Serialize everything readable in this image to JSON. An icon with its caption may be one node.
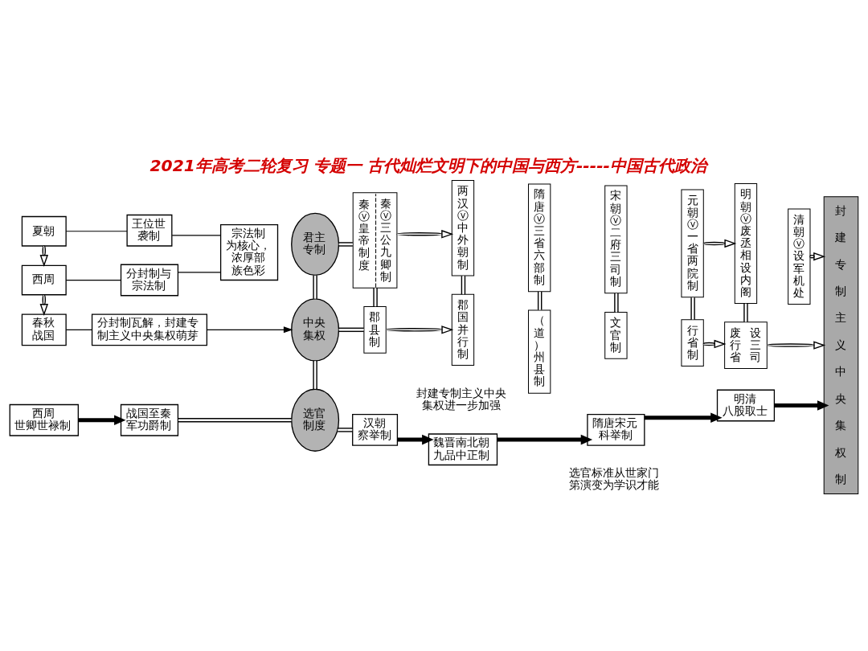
{
  "diagram": {
    "title": "2021年高考二轮复习 专题一 古代灿烂文明下的中国与西方-----中国古代政治",
    "nodes": [
      {
        "text": [
          "夏朝"
        ]
      },
      {
        "text": [
          "王位世袭制"
        ]
      },
      {
        "text": [
          "西周"
        ]
      },
      {
        "text": [
          "分封制与宗法制"
        ]
      },
      {
        "text": [
          "宗法制为核心，浓厚部族色彩"
        ]
      },
      {
        "text": [
          "春秋战国"
        ]
      },
      {
        "text": [
          "分封制瓦解，封建专制主义中央集权萌芽"
        ]
      },
      {
        "text": [
          "君主专制"
        ]
      },
      {
        "text": [
          "中央集权"
        ]
      },
      {
        "text": [
          "选官制度"
        ]
      },
      {
        "text": [
          "秦ⓥ皇帝制度",
          "秦ⓥ三公九卿制"
        ]
      },
      {
        "text": [
          "两汉ⓥ中外朝制"
        ]
      },
      {
        "text": [
          "隋唐ⓥ三省六部制"
        ]
      },
      {
        "text": [
          "宋朝ⓥ二府三司制"
        ]
      },
      {
        "text": [
          "元朝ⓥ一省两院制"
        ]
      },
      {
        "text": [
          "明朝ⓥ废丞相设内阁"
        ]
      },
      {
        "text": [
          "清朝ⓥ设军机处"
        ]
      },
      {
        "text": [
          "郡县制"
        ]
      },
      {
        "text": [
          "郡国并行制"
        ]
      },
      {
        "text": [
          "（道）州县制"
        ]
      },
      {
        "text": [
          "文官制"
        ]
      },
      {
        "text": [
          "行省制"
        ]
      },
      {
        "text": [
          "废行省设三司"
        ]
      },
      {
        "text": [
          "西周",
          "世卿世禄制"
        ]
      },
      {
        "text": [
          "战国至秦",
          "军功爵制"
        ]
      },
      {
        "text": [
          "汉朝",
          "察举制"
        ]
      },
      {
        "text": [
          "魏晋南北朝",
          "九品中正制"
        ]
      },
      {
        "text": [
          "隋唐宋元",
          "科举制"
        ]
      },
      {
        "text": [
          "明清",
          "八股取士"
        ]
      },
      {
        "text": [
          "封建专制主义中央集权制"
        ]
      }
    ],
    "edges": [
      {
        "from": 0,
        "to": 1,
        "arrow": "none"
      },
      {
        "from": 2,
        "to": 3,
        "arrow": "none"
      },
      {
        "from": 0,
        "to": 2,
        "arrow": "to"
      },
      {
        "from": 2,
        "to": 5,
        "arrow": "to"
      },
      {
        "from": 1,
        "to": 4,
        "arrow": "none"
      },
      {
        "from": 3,
        "to": 4,
        "arrow": "none"
      },
      {
        "from": 5,
        "to": 6,
        "arrow": "none"
      },
      {
        "from": 6,
        "to": 8,
        "arrow": "to"
      },
      {
        "from": 7,
        "to": 10,
        "arrow": "none"
      },
      {
        "from": 7,
        "to": 8,
        "arrow": "none"
      },
      {
        "from": 8,
        "to": 9,
        "arrow": "none"
      },
      {
        "from": 8,
        "to": 17,
        "arrow": "none"
      },
      {
        "from": 10,
        "to": 11,
        "arrow": "to"
      },
      {
        "from": 14,
        "to": 15,
        "arrow": "to"
      },
      {
        "from": 16,
        "to": 29,
        "arrow": "to"
      },
      {
        "from": 10,
        "to": 17,
        "arrow": "none"
      },
      {
        "from": 11,
        "to": 18,
        "arrow": "none"
      },
      {
        "from": 12,
        "to": 19,
        "arrow": "none"
      },
      {
        "from": 13,
        "to": 20,
        "arrow": "none"
      },
      {
        "from": 14,
        "to": 21,
        "arrow": "none"
      },
      {
        "from": 15,
        "to": 22,
        "arrow": "none"
      },
      {
        "from": 17,
        "to": 18,
        "arrow": "to"
      },
      {
        "from": 21,
        "to": 22,
        "arrow": "to"
      },
      {
        "from": 22,
        "to": 29,
        "arrow": "to"
      },
      {
        "from": 23,
        "to": 24,
        "arrow": "to",
        "style": "thick"
      },
      {
        "from": 24,
        "to": 9,
        "arrow": "none"
      },
      {
        "from": 9,
        "to": 25,
        "arrow": "none"
      },
      {
        "from": 25,
        "to": 26,
        "arrow": "to",
        "style": "thick"
      },
      {
        "from": 26,
        "to": 27,
        "arrow": "to",
        "style": "thick"
      },
      {
        "from": 27,
        "to": 28,
        "arrow": "to",
        "style": "thick"
      },
      {
        "from": 28,
        "to": 29,
        "arrow": "to",
        "style": "thick"
      }
    ],
    "labels": [
      "封建专制主义中央集权进一步加强",
      "选官标准从世家门第演变为学识才能"
    ]
  }
}
